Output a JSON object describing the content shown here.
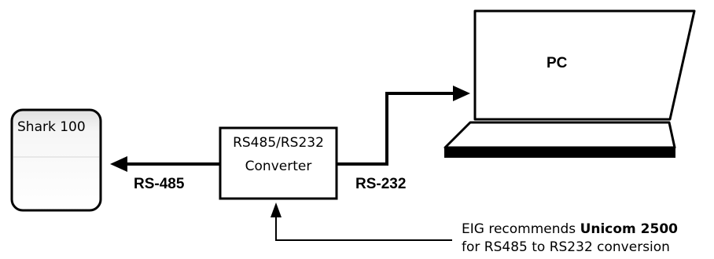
{
  "shark": {
    "label": "Shark 100"
  },
  "converter": {
    "line1": "RS485/RS232",
    "line2": "Converter"
  },
  "pc": {
    "label": "PC"
  },
  "links": {
    "rs485": "RS-485",
    "rs232": "RS-232"
  },
  "note": {
    "line1_prefix": "EIG recommends ",
    "line1_bold": "Unicom 2500",
    "line2": "for RS485 to RS232 conversion"
  }
}
